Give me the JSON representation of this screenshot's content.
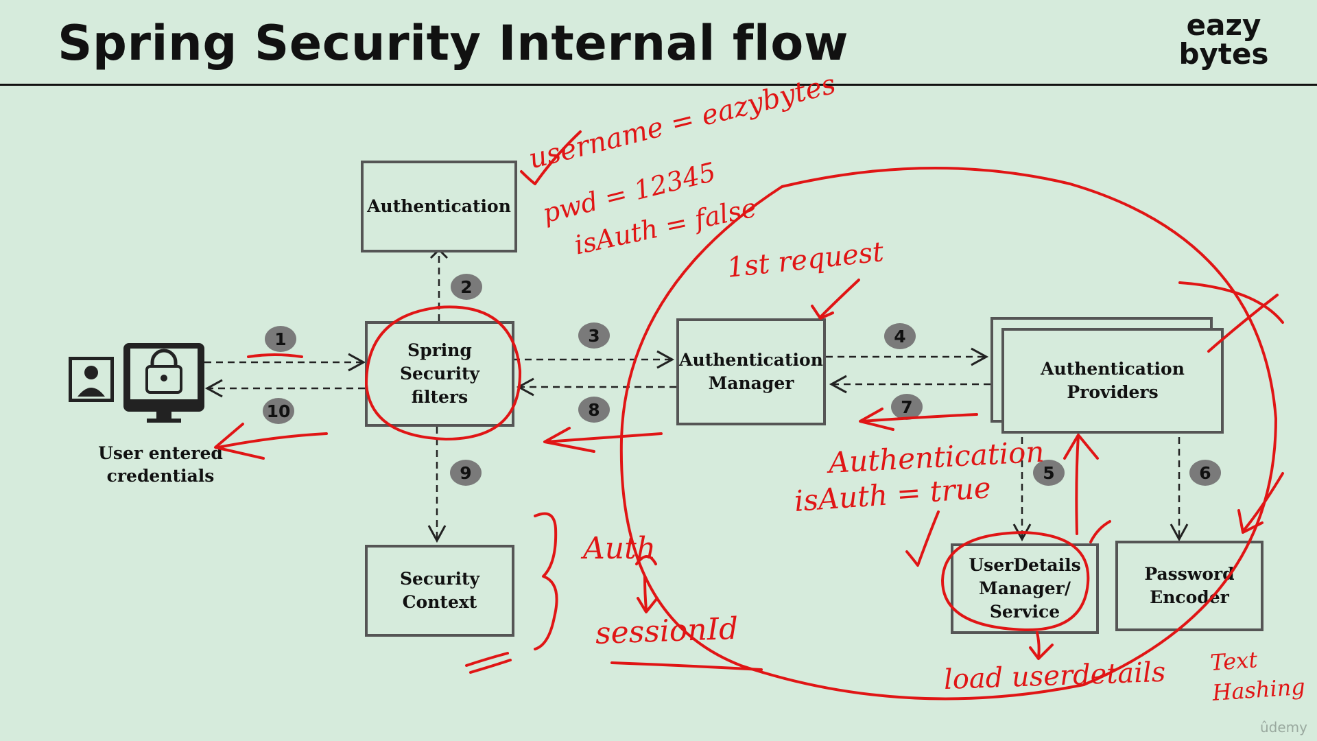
{
  "header": {
    "title": "Spring Security Internal flow",
    "logo_line1": "eazy",
    "logo_line2": "bytes"
  },
  "diagram": {
    "boxes": {
      "authentication": "Authentication",
      "filters": "Spring\nSecurity\nfilters",
      "manager": "Authentication\nManager",
      "providers": "Authentication\nProviders",
      "security_context": "Security\nContext",
      "user_details": "UserDetails\nManager/\nService",
      "password_encoder": "Password\nEncoder"
    },
    "user_label": "User entered\ncredentials",
    "steps": [
      "1",
      "2",
      "3",
      "4",
      "5",
      "6",
      "7",
      "8",
      "9",
      "10"
    ]
  },
  "annotations": {
    "username": "username = eazybytes",
    "pwd": "pwd = 12345",
    "is_auth_false": "isAuth = false",
    "first_request": "1st request",
    "authentication": "Authentication",
    "is_auth_true": "isAuth = true",
    "auth": "Auth",
    "session_id": "sessionId",
    "load_user_details": "load userdetails",
    "text_hashing": "Text\nHashing"
  },
  "colors": {
    "background": "#d6ebdc",
    "box_border": "#555555",
    "annotation": "#e01515",
    "badge": "#7a7a7a"
  },
  "watermark": "ûdemy"
}
